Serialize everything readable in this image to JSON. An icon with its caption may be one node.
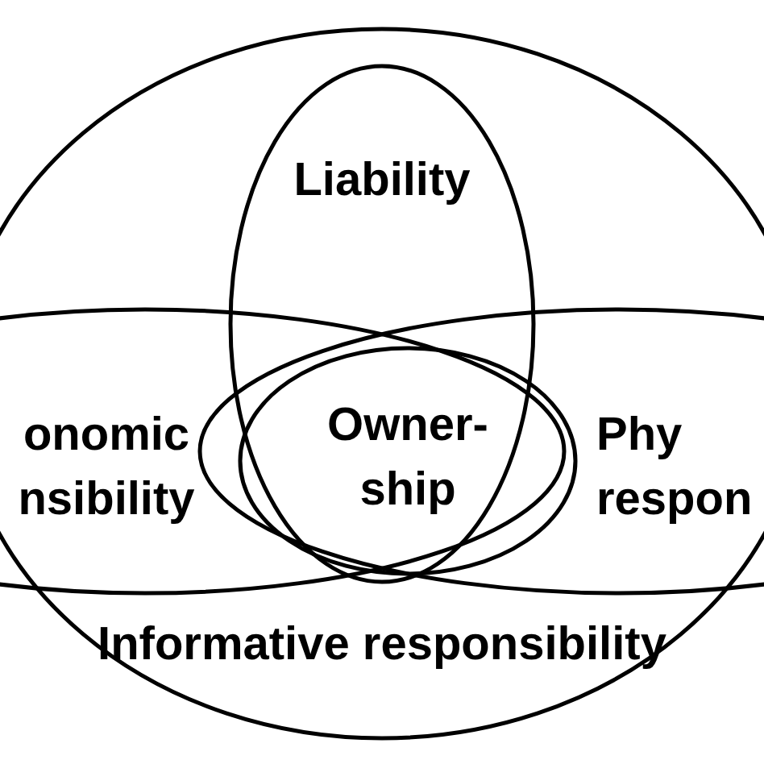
{
  "diagram": {
    "nodes": [
      {
        "text": [
          "Informative responsibility"
        ]
      },
      {
        "text": [
          "Liability"
        ],
        "in": 0
      },
      {
        "text": [
          "onomic nsibility"
        ]
      },
      {
        "text": [
          "Phy respon"
        ]
      },
      {
        "text": [
          "Owner- ship"
        ]
      }
    ],
    "edges": []
  }
}
